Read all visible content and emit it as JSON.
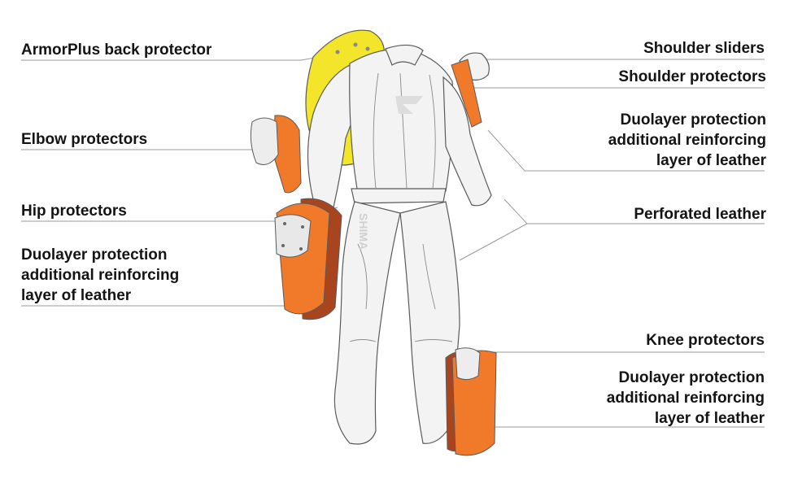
{
  "labels": {
    "back_protector": "ArmorPlus back protector",
    "elbow": "Elbow protectors",
    "hip": "Hip protectors",
    "duolayer_left": [
      "Duolayer protection",
      "additional reinforcing",
      "layer of leather"
    ],
    "shoulder_sliders": "Shoulder sliders",
    "shoulder_protectors": "Shoulder protectors",
    "duolayer_top_right": [
      "Duolayer protection",
      "additional reinforcing",
      "layer of leather"
    ],
    "perforated": "Perforated leather",
    "knee": "Knee protectors",
    "duolayer_bottom_right": [
      "Duolayer protection",
      "additional reinforcing",
      "layer of leather"
    ]
  },
  "suit_brand_text": "SHIMA",
  "colors": {
    "back_protector": "#F2E52A",
    "protector_orange": "#F07A2A",
    "leather_brown": "#A8451F",
    "suit": "#F3F3F3",
    "outline": "#5A5A5A",
    "leader_line": "#9A9A9A"
  }
}
